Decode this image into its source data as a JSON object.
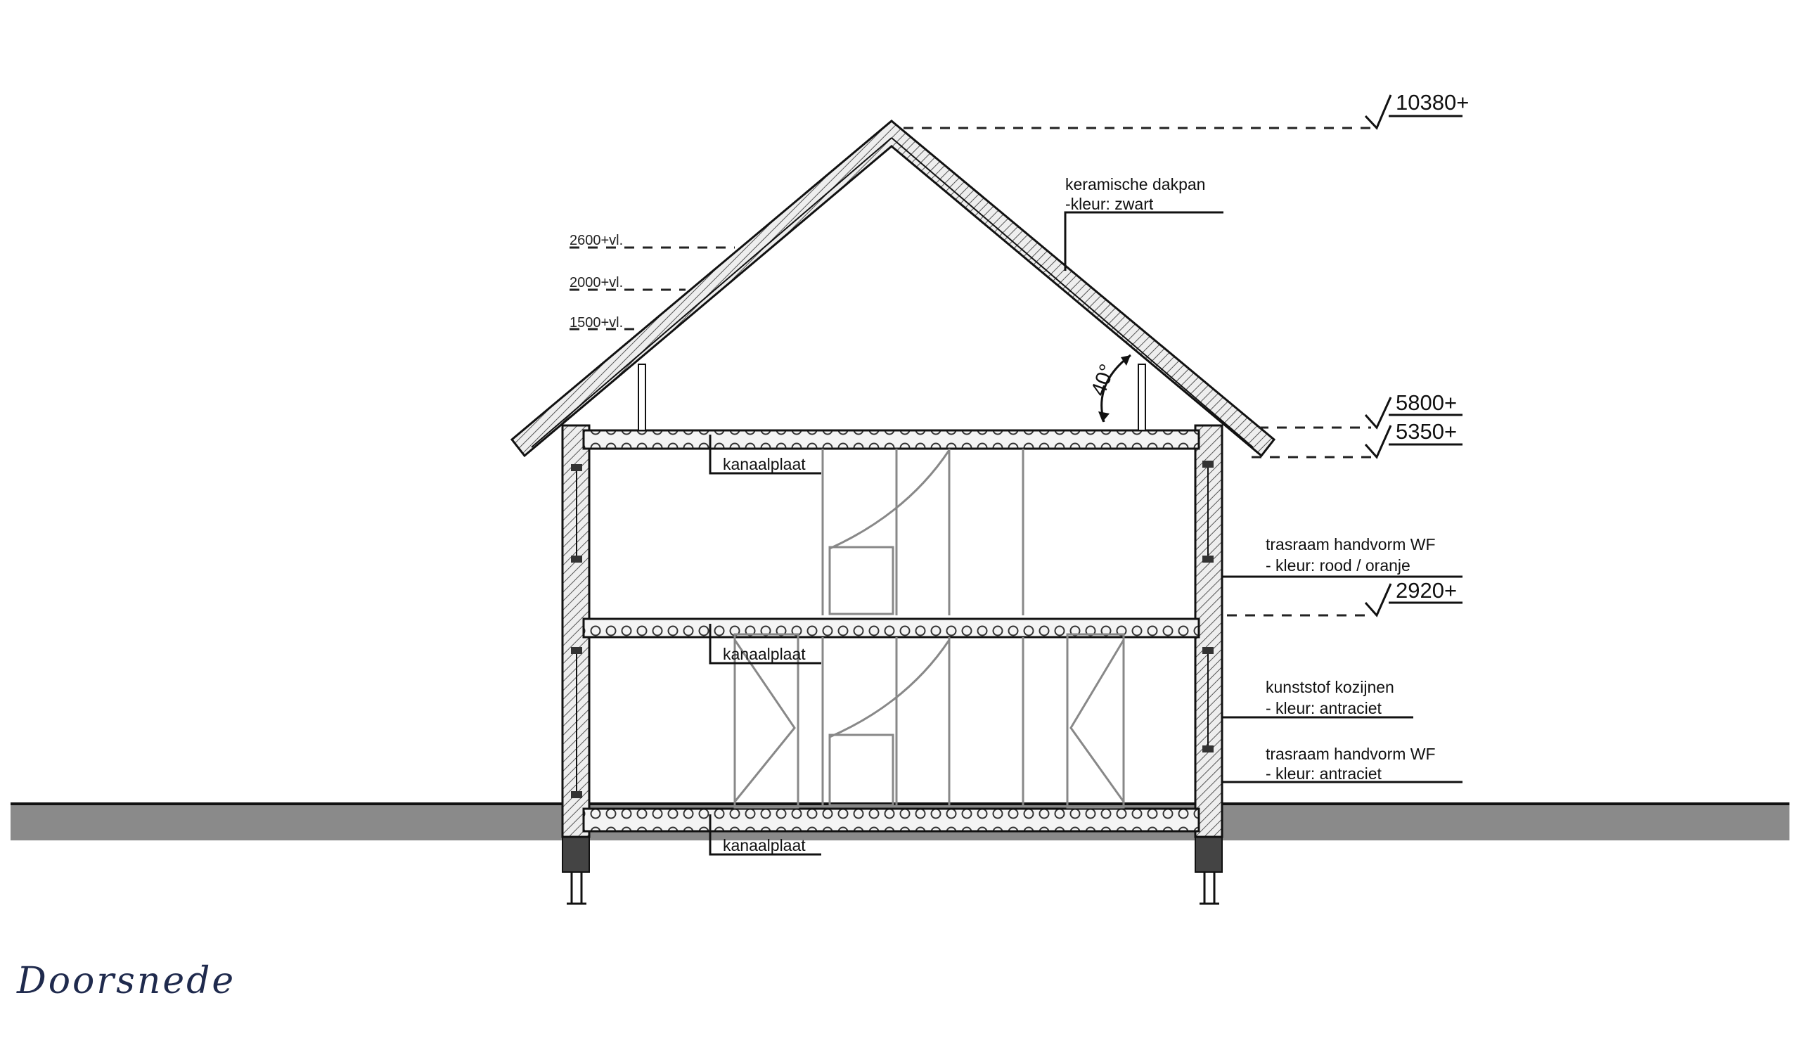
{
  "caption": "Doorsnede",
  "levels": {
    "ridge": "10380+",
    "eaves_upper": "5800+",
    "eaves_lower": "5350+",
    "first_floor": "2920+"
  },
  "roof_heights": {
    "h2600": "2600+vl.",
    "h2000": "2000+vl.",
    "h1500": "1500+vl."
  },
  "angle": "40°",
  "notes": {
    "roof_line1": "keramische dakpan",
    "roof_line2": "-kleur: zwart",
    "wall_upper_line1": "trasraam handvorm WF",
    "wall_upper_line2": "- kleur: rood / oranje",
    "frames_line1": "kunststof kozijnen",
    "frames_line2": "- kleur: antraciet",
    "wall_lower_line1": "trasraam handvorm WF",
    "wall_lower_line2": "- kleur: antraciet"
  },
  "floor_labels": {
    "attic": "kanaalplaat",
    "first": "kanaalplaat",
    "ground": "kanaalplaat"
  },
  "colors": {
    "ground": "#8a8a8a",
    "line": "#111111",
    "hatch": "#d9d9d9",
    "caption": "#1f2a4d"
  }
}
